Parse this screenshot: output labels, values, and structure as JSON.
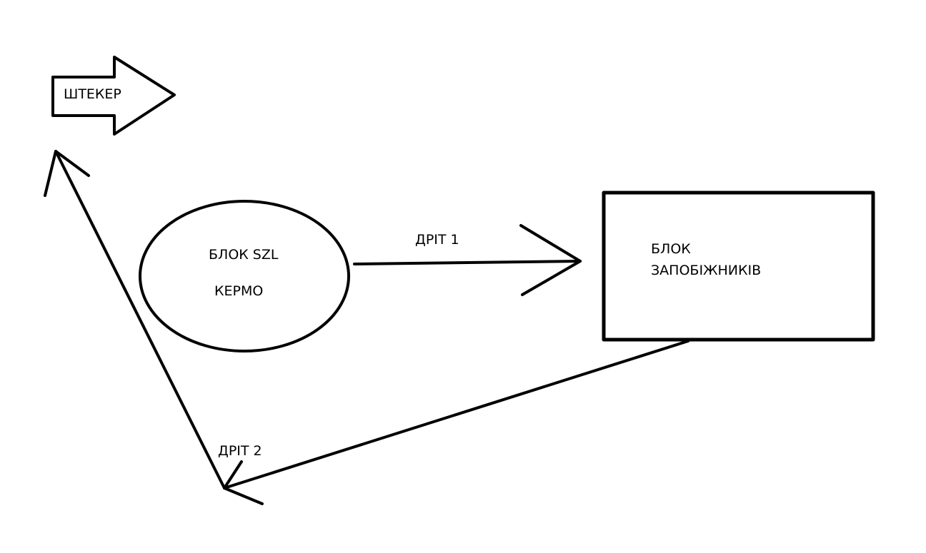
{
  "colors": {
    "ink": "#000000",
    "background": "#ffffff"
  },
  "nodes": {
    "plug": {
      "label": "ШТЕКЕР",
      "shape": "block-arrow"
    },
    "szl_block": {
      "line1": "БЛОК SZL",
      "line2": "КЕРМО",
      "shape": "ellipse"
    },
    "fuse_block": {
      "line1": "БЛОК",
      "line2": "ЗАПОБІЖНИКІВ",
      "shape": "rectangle"
    }
  },
  "edges": {
    "wire1": {
      "label": "ДРІТ 1",
      "from": "szl_block",
      "to": "fuse_block"
    },
    "wire2": {
      "label": "ДРІТ 2",
      "from": "fuse_block",
      "to": "plug"
    }
  }
}
